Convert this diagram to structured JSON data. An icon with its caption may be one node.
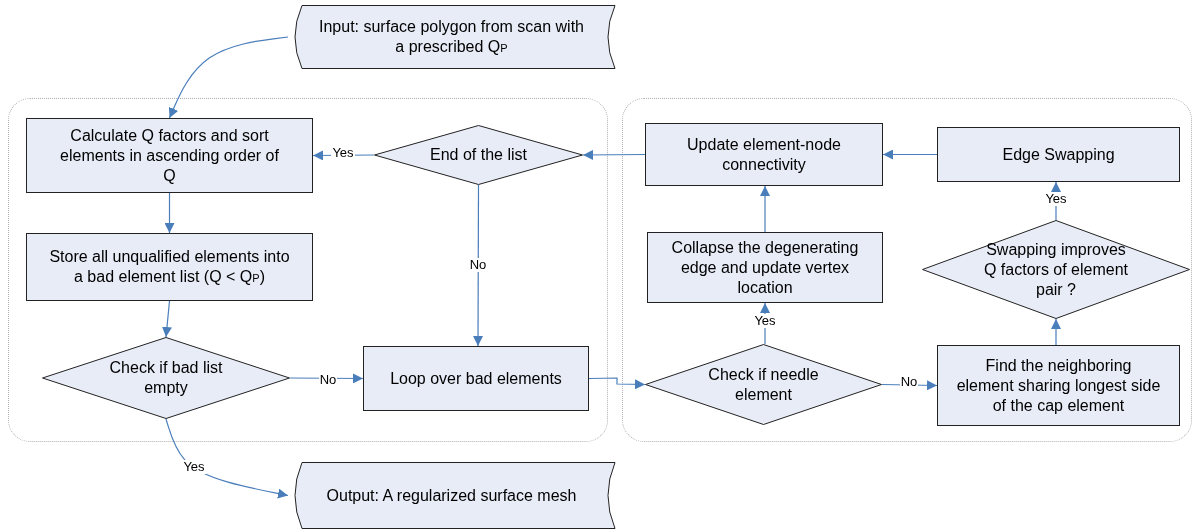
{
  "diagram": {
    "nodes": [
      {
        "text": [],
        "shape": "box"
      },
      {
        "text": [],
        "shape": "box"
      },
      {
        "text": [
          "Input: surface polygon from scan with a prescribed  Q$_{P}$"
        ]
      },
      {
        "text": [
          "Calculate Q factors and sort elements in ascending order of Q"
        ],
        "in": 0
      },
      {
        "text": [
          "End of the list"
        ],
        "in": 0
      },
      {
        "text": [
          "Store all unqualified elements into a bad element list (Q < Q$_{P}$)"
        ],
        "in": 0
      },
      {
        "text": [
          "Check if bad list empty"
        ],
        "in": 0
      },
      {
        "text": [
          "Loop over bad elements"
        ],
        "in": 0
      },
      {
        "text": [
          "Update element-node connectivity"
        ],
        "in": 1
      },
      {
        "text": [
          "Edge Swapping"
        ],
        "in": 1
      },
      {
        "text": [
          "Collapse the degenerating edge and update vertex location"
        ],
        "in": 1
      },
      {
        "text": [
          "Swapping improves Q factors of element pair ?"
        ],
        "in": 1
      },
      {
        "text": [
          "Check if needle element"
        ],
        "in": 1
      },
      {
        "text": [
          "Find the neighboring element sharing longest side of the cap element"
        ],
        "in": 1
      },
      {
        "text": [
          "Output: A regularized surface mesh"
        ]
      }
    ],
    "edges": [
      {
        "from": 2,
        "to": 3,
        "arrow": "to"
      },
      {
        "from": 4,
        "to": 3,
        "arrow": "to",
        "label": "Yes"
      },
      {
        "from": 3,
        "to": 5,
        "arrow": "to"
      },
      {
        "from": 5,
        "to": 6,
        "arrow": "to"
      },
      {
        "from": 6,
        "to": 7,
        "arrow": "to",
        "label": "No"
      },
      {
        "from": 4,
        "to": 7,
        "arrow": "to",
        "label": "No"
      },
      {
        "from": 6,
        "to": 14,
        "arrow": "to",
        "label": "Yes"
      },
      {
        "from": 7,
        "to": 12,
        "arrow": "to"
      },
      {
        "from": 12,
        "to": 10,
        "arrow": "to",
        "label": "Yes"
      },
      {
        "from": 12,
        "to": 13,
        "arrow": "to",
        "label": "No"
      },
      {
        "from": 10,
        "to": 8,
        "arrow": "to"
      },
      {
        "from": 13,
        "to": 11,
        "arrow": "to"
      },
      {
        "from": 11,
        "to": 9,
        "arrow": "to",
        "label": "Yes"
      },
      {
        "from": 9,
        "to": 8,
        "arrow": "to"
      },
      {
        "from": 8,
        "to": 4,
        "arrow": "to"
      }
    ]
  }
}
